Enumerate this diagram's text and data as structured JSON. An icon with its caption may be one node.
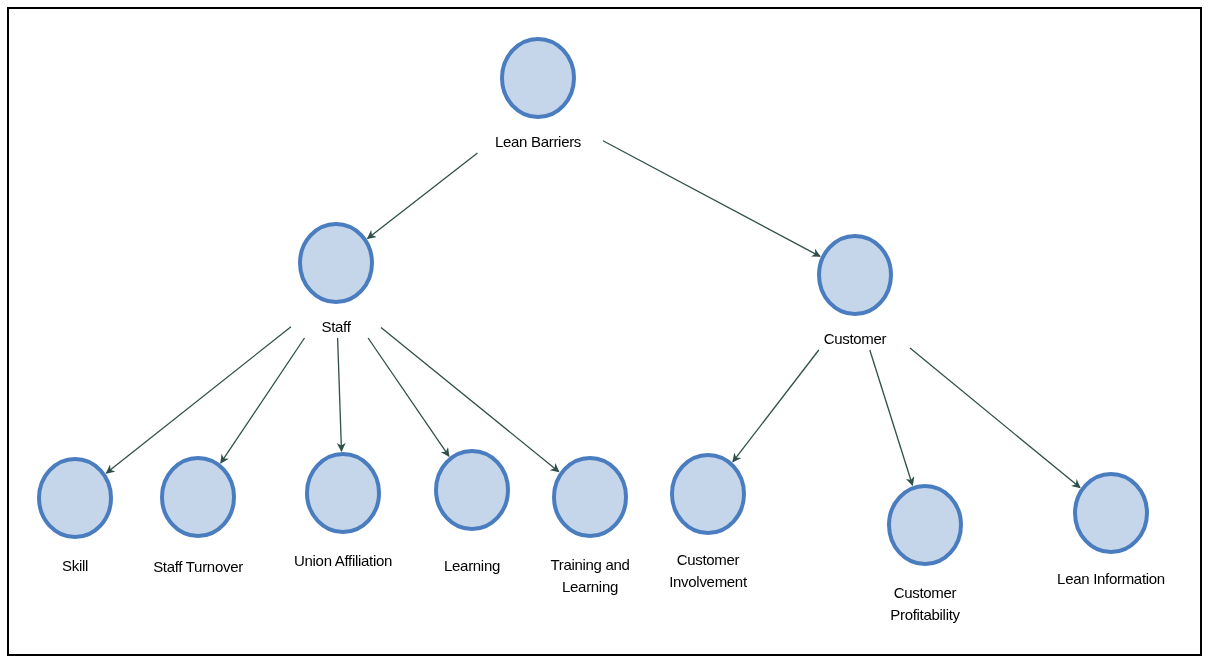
{
  "diagram": {
    "nodes": [
      {
        "text": [
          "Lean Barriers"
        ]
      },
      {
        "text": [
          "Staff"
        ]
      },
      {
        "text": [
          "Customer"
        ]
      },
      {
        "text": [
          "Skill"
        ]
      },
      {
        "text": [
          "Staff Turnover"
        ]
      },
      {
        "text": [
          "Union Affiliation"
        ]
      },
      {
        "text": [
          "Learning"
        ]
      },
      {
        "text": [
          "Training and Learning"
        ]
      },
      {
        "text": [
          "Customer Involvement"
        ]
      },
      {
        "text": [
          "Customer Profitability"
        ]
      },
      {
        "text": [
          "Lean Information"
        ]
      }
    ],
    "edges": [
      {
        "from": 0,
        "to": 1,
        "arrow": "to"
      },
      {
        "from": 0,
        "to": 2,
        "arrow": "to"
      },
      {
        "from": 1,
        "to": 3,
        "arrow": "to"
      },
      {
        "from": 1,
        "to": 4,
        "arrow": "to"
      },
      {
        "from": 1,
        "to": 5,
        "arrow": "to"
      },
      {
        "from": 1,
        "to": 6,
        "arrow": "to"
      },
      {
        "from": 1,
        "to": 7,
        "arrow": "to"
      },
      {
        "from": 2,
        "to": 8,
        "arrow": "to"
      },
      {
        "from": 2,
        "to": 9,
        "arrow": "to"
      },
      {
        "from": 2,
        "to": 10,
        "arrow": "to"
      }
    ]
  }
}
